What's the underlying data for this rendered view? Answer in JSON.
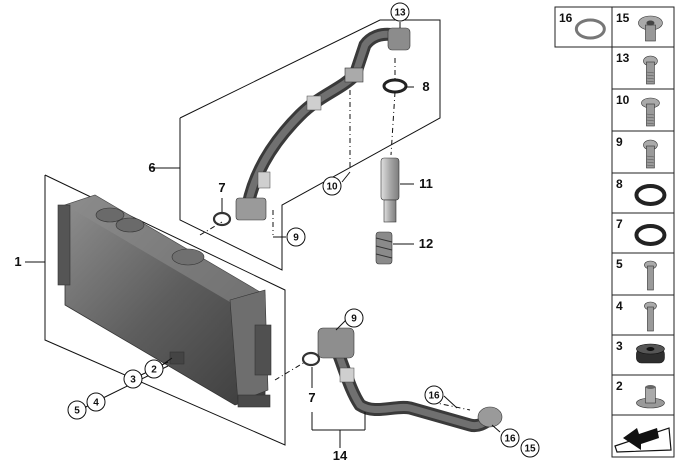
{
  "parts": [
    {
      "id": "part-1",
      "label": "1"
    },
    {
      "id": "part-2",
      "label": "2"
    },
    {
      "id": "part-3",
      "label": "3"
    },
    {
      "id": "part-4",
      "label": "4"
    },
    {
      "id": "part-5",
      "label": "5"
    },
    {
      "id": "part-6",
      "label": "6"
    },
    {
      "id": "part-7a",
      "label": "7"
    },
    {
      "id": "part-7b",
      "label": "7"
    },
    {
      "id": "part-8",
      "label": "8"
    },
    {
      "id": "part-9a",
      "label": "9"
    },
    {
      "id": "part-9b",
      "label": "9"
    },
    {
      "id": "part-10",
      "label": "10"
    },
    {
      "id": "part-11",
      "label": "11"
    },
    {
      "id": "part-12",
      "label": "12"
    },
    {
      "id": "part-13",
      "label": "13"
    },
    {
      "id": "part-14",
      "label": "14"
    },
    {
      "id": "part-16a",
      "label": "16"
    },
    {
      "id": "part-16b",
      "label": "16"
    },
    {
      "id": "part-15b",
      "label": "15"
    }
  ],
  "legend": [
    {
      "label": "16",
      "icon": "seal-ring"
    },
    {
      "label": "15",
      "icon": "banjo-bolt"
    },
    {
      "label": "13",
      "icon": "hex-bolt"
    },
    {
      "label": "10",
      "icon": "flange-bolt"
    },
    {
      "label": "9",
      "icon": "hex-bolt"
    },
    {
      "label": "8",
      "icon": "o-ring"
    },
    {
      "label": "7",
      "icon": "o-ring"
    },
    {
      "label": "5",
      "icon": "screw"
    },
    {
      "label": "4",
      "icon": "screw"
    },
    {
      "label": "3",
      "icon": "rubber-mount"
    },
    {
      "label": "2",
      "icon": "spacer-bushing"
    },
    {
      "label": "",
      "icon": "reference-plate"
    }
  ]
}
